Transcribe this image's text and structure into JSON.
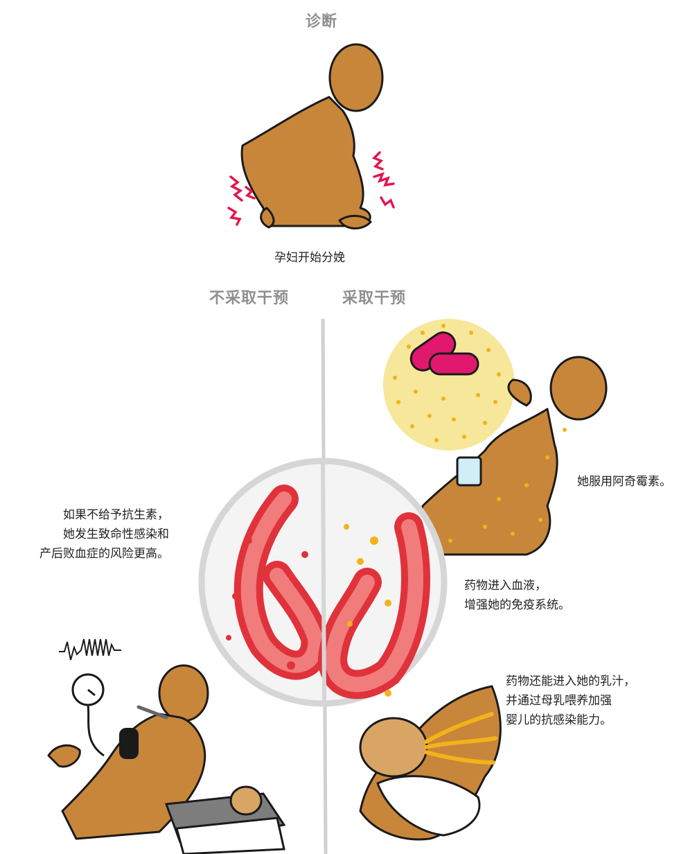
{
  "header": {
    "title": "诊断"
  },
  "labels": {
    "onset": "孕妇开始分娩",
    "no_intervention": "不采取干预",
    "intervention": "采取干预"
  },
  "left_text": [
    "如果不给予抗生素，",
    "她发生致命性感染和",
    "产后败血症的风险更高。"
  ],
  "right_text_1": "她服用阿奇霉素。",
  "right_text_2": [
    "药物进入血液，",
    "增强她的免疫系统。"
  ],
  "right_text_3": [
    "药物还能进入她的乳汁，",
    "并通过母乳喂养加强",
    "婴儿的抗感染能力。"
  ],
  "colors": {
    "skin": "#c8863a",
    "skin_light": "#d9a565",
    "outline": "#1a1a1a",
    "alarm": "#e3174c",
    "pill": "#e0186e",
    "sun": "#f7e79a",
    "dots": "#f2b21a",
    "vessel": "#e0323a",
    "vessel_light": "#f07c7c",
    "divider": "#d0d0d0"
  },
  "icons": [
    "pain-lines-icon",
    "pill-capsule-icon",
    "water-glass-icon",
    "heartbeat-icon",
    "blood-pressure-gauge-icon",
    "thermometer-icon",
    "bassinet-icon"
  ]
}
